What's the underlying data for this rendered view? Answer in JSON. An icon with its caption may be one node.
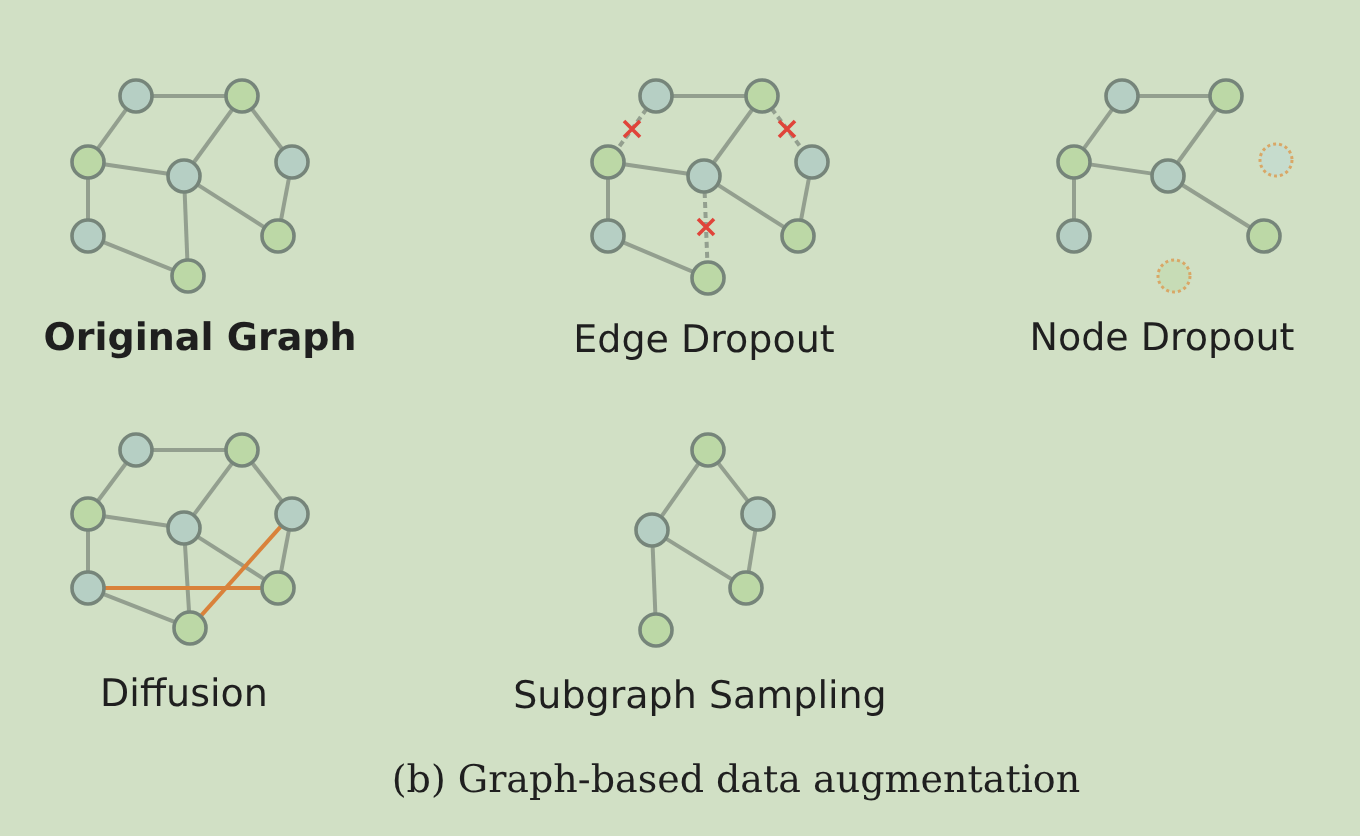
{
  "diagram": {
    "caption": "(b) Graph-based data augmentation",
    "nodes": [
      {
        "text": [],
        "shape": "circle"
      },
      {
        "text": [],
        "shape": "circle"
      },
      {
        "text": [],
        "shape": "circle"
      },
      {
        "text": [],
        "shape": "circle"
      },
      {
        "text": [],
        "shape": "circle"
      },
      {
        "text": [],
        "shape": "circle"
      },
      {
        "text": [],
        "shape": "circle"
      },
      {
        "text": [],
        "shape": "circle"
      },
      {
        "text": [],
        "shape": "circle"
      },
      {
        "text": [],
        "shape": "circle"
      },
      {
        "text": [],
        "shape": "circle"
      },
      {
        "text": [],
        "shape": "circle"
      },
      {
        "text": [],
        "shape": "circle"
      },
      {
        "text": [],
        "shape": "circle"
      },
      {
        "text": [],
        "shape": "circle"
      },
      {
        "text": [],
        "shape": "circle"
      },
      {
        "text": [],
        "shape": "circle"
      },
      {
        "text": [],
        "shape": "circle"
      },
      {
        "text": [],
        "shape": "circle"
      },
      {
        "text": [],
        "shape": "circle"
      },
      {
        "text": [],
        "shape": "circle"
      },
      {
        "text": [],
        "shape": "circle"
      },
      {
        "text": [],
        "shape": "circle"
      },
      {
        "text": [],
        "shape": "circle"
      },
      {
        "text": [],
        "shape": "circle"
      },
      {
        "text": [],
        "shape": "circle"
      },
      {
        "text": [],
        "shape": "circle"
      },
      {
        "text": [],
        "shape": "circle"
      },
      {
        "text": [],
        "shape": "circle"
      },
      {
        "text": [],
        "shape": "circle"
      },
      {
        "text": [],
        "shape": "circle"
      },
      {
        "text": [],
        "shape": "circle"
      },
      {
        "text": [],
        "shape": "circle"
      },
      {
        "text": [],
        "shape": "circle"
      },
      {
        "text": [],
        "shape": "circle"
      },
      {
        "text": [],
        "shape": "circle"
      },
      {
        "text": [],
        "shape": "circle"
      }
    ],
    "edges": [
      {
        "from": 0,
        "to": 1,
        "arrow": "none"
      },
      {
        "from": 0,
        "to": 2,
        "arrow": "none"
      },
      {
        "from": 1,
        "to": 3,
        "arrow": "none"
      },
      {
        "from": 1,
        "to": 4,
        "arrow": "none"
      },
      {
        "from": 2,
        "to": 3,
        "arrow": "none"
      },
      {
        "from": 2,
        "to": 5,
        "arrow": "none"
      },
      {
        "from": 3,
        "to": 6,
        "arrow": "none"
      },
      {
        "from": 3,
        "to": 7,
        "arrow": "none"
      },
      {
        "from": 4,
        "to": 6,
        "arrow": "none"
      },
      {
        "from": 5,
        "to": 7,
        "arrow": "none"
      },
      {
        "from": 8,
        "to": 9,
        "arrow": "none"
      },
      {
        "from": 8,
        "to": 10,
        "arrow": "none",
        "style": "dashed"
      },
      {
        "from": 9,
        "to": 11,
        "arrow": "none"
      },
      {
        "from": 9,
        "to": 12,
        "arrow": "none",
        "style": "dashed"
      },
      {
        "from": 10,
        "to": 11,
        "arrow": "none"
      },
      {
        "from": 10,
        "to": 13,
        "arrow": "none"
      },
      {
        "from": 11,
        "to": 14,
        "arrow": "none"
      },
      {
        "from": 11,
        "to": 15,
        "arrow": "none",
        "style": "dashed"
      },
      {
        "from": 12,
        "to": 14,
        "arrow": "none"
      },
      {
        "from": 13,
        "to": 15,
        "arrow": "none"
      },
      {
        "from": 16,
        "to": 17,
        "arrow": "none"
      },
      {
        "from": 16,
        "to": 18,
        "arrow": "none"
      },
      {
        "from": 17,
        "to": 19,
        "arrow": "none"
      },
      {
        "from": 18,
        "to": 19,
        "arrow": "none"
      },
      {
        "from": 18,
        "to": 21,
        "arrow": "none"
      },
      {
        "from": 19,
        "to": 22,
        "arrow": "none"
      },
      {
        "from": 24,
        "to": 25,
        "arrow": "none"
      },
      {
        "from": 24,
        "to": 26,
        "arrow": "none"
      },
      {
        "from": 25,
        "to": 27,
        "arrow": "none"
      },
      {
        "from": 25,
        "to": 28,
        "arrow": "none"
      },
      {
        "from": 26,
        "to": 27,
        "arrow": "none"
      },
      {
        "from": 26,
        "to": 29,
        "arrow": "none"
      },
      {
        "from": 27,
        "to": 30,
        "arrow": "none"
      },
      {
        "from": 27,
        "to": 31,
        "arrow": "none"
      },
      {
        "from": 28,
        "to": 30,
        "arrow": "none"
      },
      {
        "from": 29,
        "to": 31,
        "arrow": "none"
      },
      {
        "from": 29,
        "to": 30,
        "arrow": "none",
        "color": "#d9823b"
      },
      {
        "from": 31,
        "to": 28,
        "arrow": "none",
        "color": "#d9823b"
      },
      {
        "from": 32,
        "to": 33,
        "arrow": "none"
      },
      {
        "from": 32,
        "to": 34,
        "arrow": "none"
      },
      {
        "from": 33,
        "to": 35,
        "arrow": "none"
      },
      {
        "from": 34,
        "to": 35,
        "arrow": "none"
      },
      {
        "from": 34,
        "to": 36,
        "arrow": "none"
      }
    ],
    "labels": [
      "Original Graph",
      "Edge Dropout",
      "Node Dropout",
      "Diffusion",
      "Subgraph Sampling"
    ]
  }
}
